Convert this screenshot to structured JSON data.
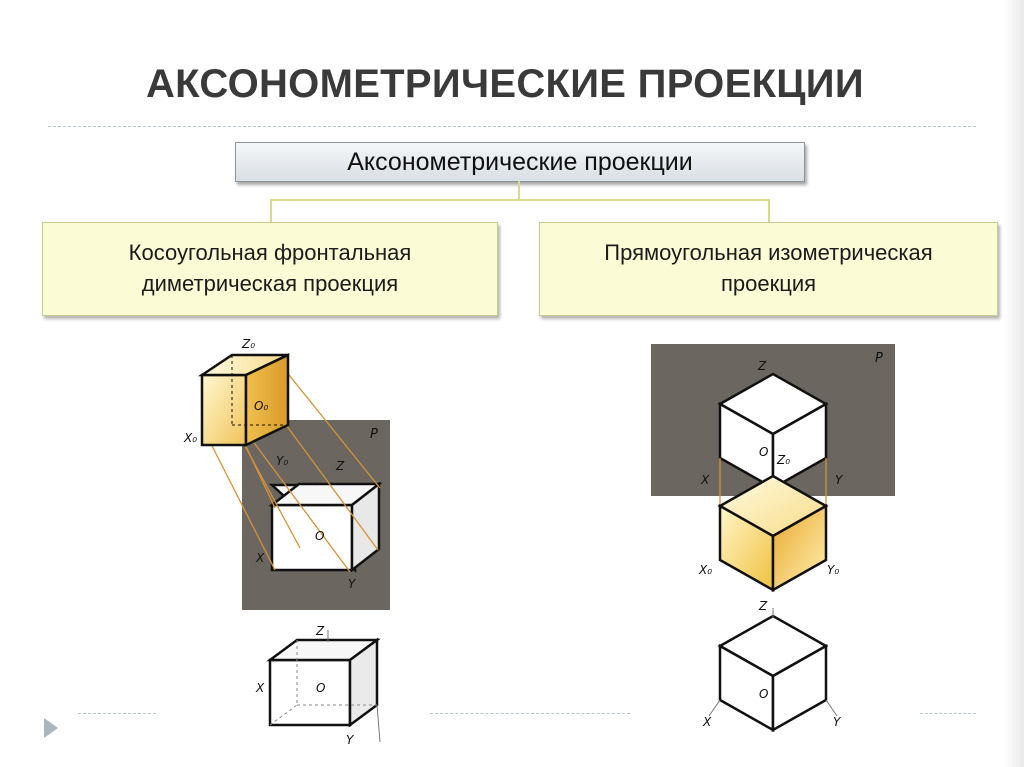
{
  "slide": {
    "title": "АКСОНОМЕТРИЧЕСКИЕ ПРОЕКЦИИ"
  },
  "diagram": {
    "root_label": "Аксонометрические проекции",
    "left_branch": {
      "line1": "Косоугольная фронтальная",
      "line2": "диметрическая проекция"
    },
    "right_branch": {
      "line1": "Прямоугольная изометрическая",
      "line2": "проекция"
    }
  },
  "figures": {
    "left": {
      "plane_label": "P",
      "axis_x0": "X₀",
      "axis_y0": "Y₀",
      "axis_z0": "Z₀",
      "origin_o0": "O₀",
      "axis_x": "X",
      "axis_y": "Y",
      "axis_z": "Z",
      "origin_o": "O",
      "bottom_axis_x": "X",
      "bottom_axis_y": "Y",
      "bottom_axis_z": "Z",
      "bottom_origin": "O"
    },
    "right": {
      "plane_label": "P",
      "axis_z": "Z",
      "origin_o": "O",
      "axis_z0": "Z₀",
      "axis_x": "X",
      "axis_y": "Y",
      "axis_x0": "X₀",
      "axis_y0": "Y₀",
      "bottom_axis_z": "Z",
      "bottom_origin": "O",
      "bottom_axis_x": "X",
      "bottom_axis_y": "Y"
    }
  },
  "colors": {
    "title": "#3a3a3a",
    "root_box": "#e3e7eb",
    "branch_box": "#fbfbd5",
    "connector": "#d8dc8a",
    "plane": "#6b6760",
    "cube_face_light": "#fff6c8",
    "cube_face_warm": "#e8b443",
    "projection_lines": "#d3923a"
  },
  "icons": {
    "nav": "next-slide-triangle-icon"
  }
}
